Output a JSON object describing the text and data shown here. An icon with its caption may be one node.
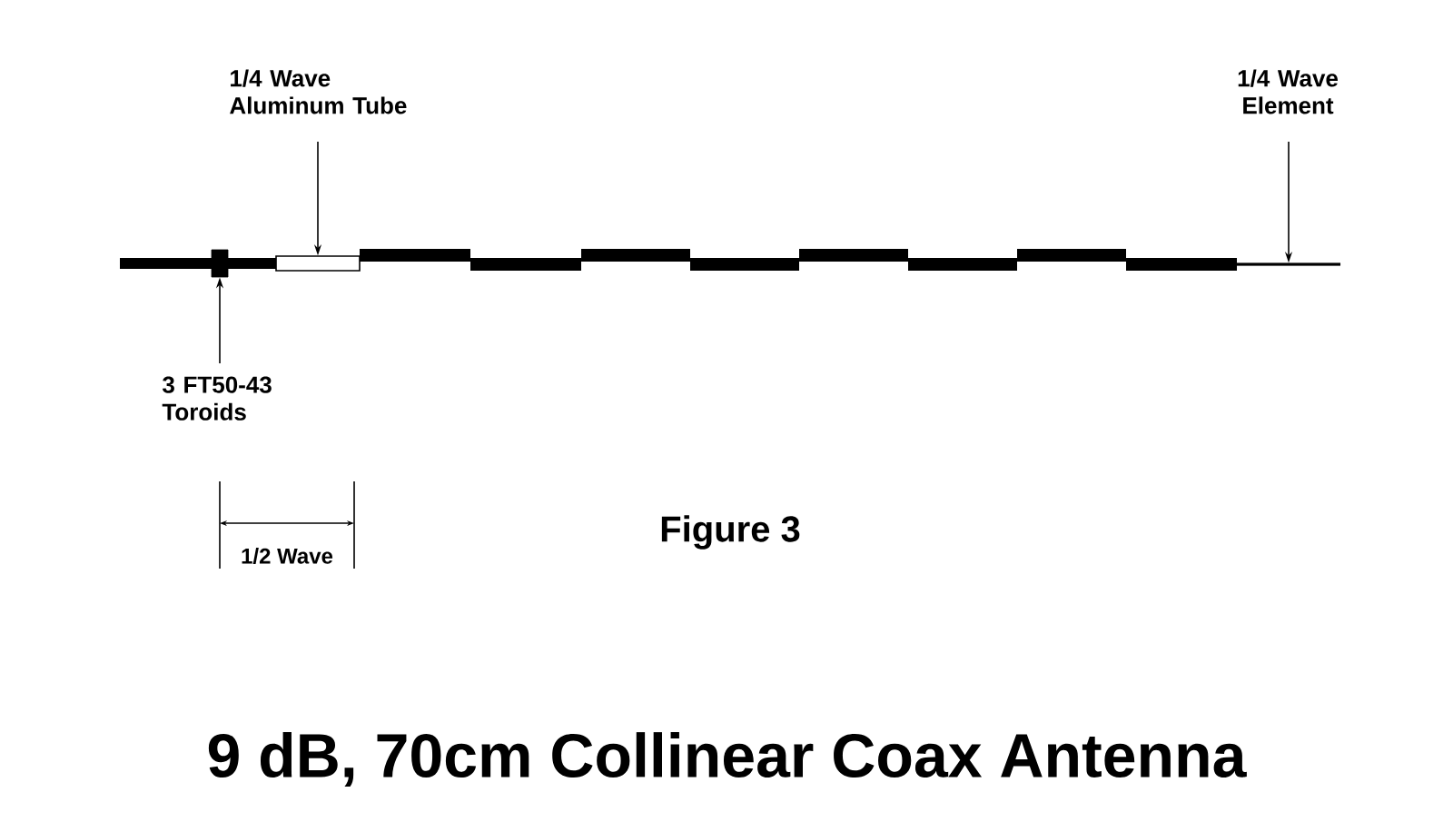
{
  "diagram": {
    "title": "9 dB, 70cm Collinear Coax Antenna",
    "nodes": [
      {
        "text": [
          "1/4 Wave Aluminum Tube"
        ]
      },
      {
        "text": [],
        "shape": "box"
      },
      {
        "text": [],
        "shape": "box"
      },
      {
        "text": [
          "1/4 Wave Element"
        ]
      },
      {
        "text": [],
        "shape": "bar"
      },
      {
        "text": [
          "3 FT50-43 Toroids"
        ]
      }
    ],
    "edges": [
      {
        "from": 0,
        "to": 2,
        "arrow": "to"
      },
      {
        "from": 3,
        "to": 4,
        "arrow": "to"
      },
      {
        "from": 5,
        "to": 1,
        "arrow": "to"
      }
    ],
    "labels": [
      "1/2 Wave",
      "Figure 3"
    ]
  }
}
